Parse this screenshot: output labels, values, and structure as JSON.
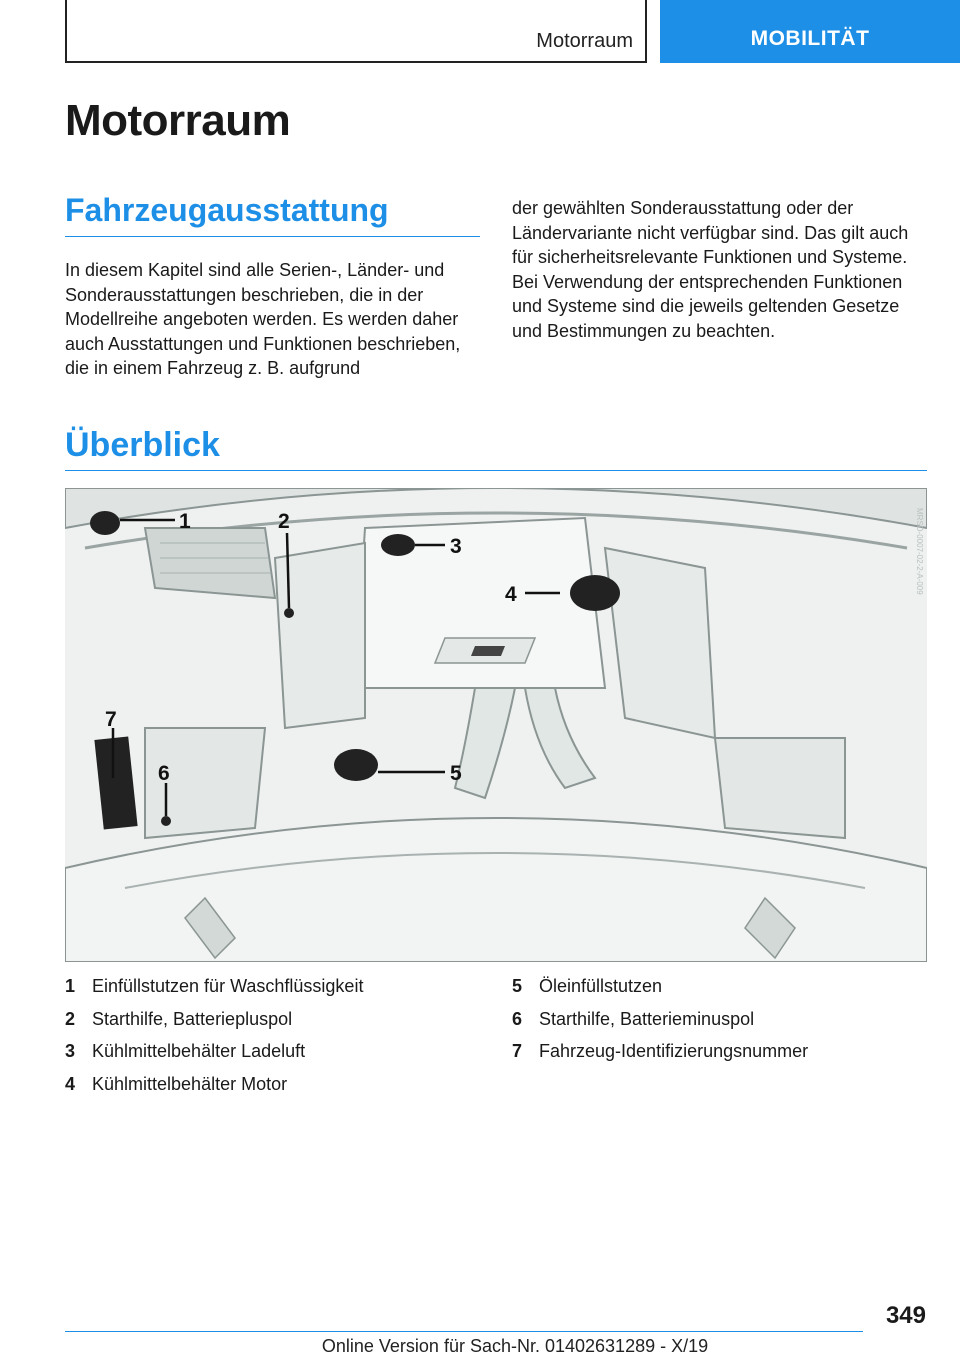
{
  "header": {
    "section": "Motorraum",
    "tab": "MOBILITÄT"
  },
  "title": "Motorraum",
  "section1": {
    "heading": "Fahrzeugausstattung",
    "text_left": "In diesem Kapitel sind alle Serien-, Länder- und Sonderausstattungen beschrieben, die in der Modellreihe angeboten werden. Es werden daher auch Ausstattungen und Funktionen beschrieben, die in einem Fahrzeug z. B. aufgrund",
    "text_right": "der gewählten Sonderausstattung oder der Ländervariante nicht verfügbar sind. Das gilt auch für sicherheitsrelevante Funktionen und Systeme. Bei Verwendung der entsprechenden Funktionen und Systeme sind die jeweils geltenden Gesetze und Bestimmungen zu beachten."
  },
  "section2": {
    "heading": "Überblick"
  },
  "figure": {
    "callouts": [
      "1",
      "2",
      "3",
      "4",
      "5",
      "6",
      "7"
    ],
    "image_code": "MRSD-0007-02-2-A-009"
  },
  "legend_left": [
    {
      "num": "1",
      "text": "Einfüllstutzen für Waschflüssigkeit"
    },
    {
      "num": "2",
      "text": "Starthilfe, Batteriepluspol"
    },
    {
      "num": "3",
      "text": "Kühlmittelbehälter Ladeluft"
    },
    {
      "num": "4",
      "text": "Kühlmittelbehälter Motor"
    }
  ],
  "legend_right": [
    {
      "num": "5",
      "text": "Öleinfüllstutzen"
    },
    {
      "num": "6",
      "text": "Starthilfe, Batterieminuspol"
    },
    {
      "num": "7",
      "text": "Fahrzeug-Identifizierungsnummer"
    }
  ],
  "page_number": "349",
  "footer": "Online Version für Sach-Nr. 01402631289 - X/19"
}
